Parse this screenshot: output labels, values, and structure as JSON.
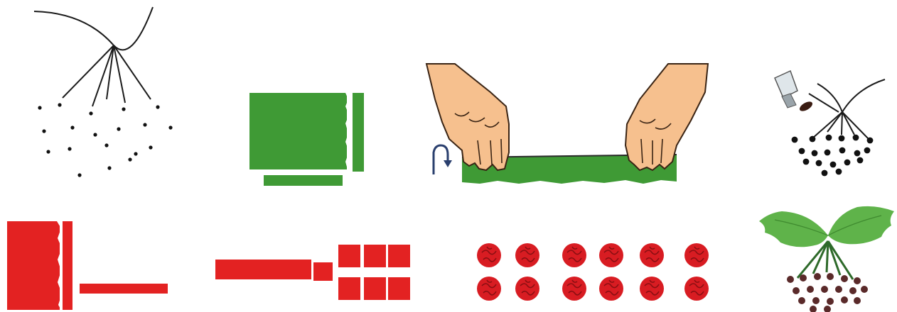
{
  "colors": {
    "background": "#ffffff",
    "stem_line": "#1b1b1b",
    "berry_black": "#111111",
    "berry_dark_red": "#5a2a2a",
    "paper_green": "#3f9a35",
    "paper_green_dark": "#2f7f2a",
    "leaf_green": "#5fb34a",
    "paper_red": "#e32222",
    "crumpled_red": "#d81c22",
    "crumpled_dark": "#8a0f12",
    "skin": "#f6c08e",
    "skin_outline": "#3a2414",
    "glue_bottle": "#dfe6ea",
    "brush_tip": "#3a1c12",
    "arrow_blue": "#2a3f6e"
  },
  "steps": [
    {
      "id": "stems-with-seeds",
      "icon": "stems-and-dots-icon"
    },
    {
      "id": "cut-green-paper",
      "icon": "green-paper-strips-icon"
    },
    {
      "id": "roll-green-strip",
      "icon": "hands-rolling-icon"
    },
    {
      "id": "glue-berries",
      "icon": "glue-and-brush-icon"
    },
    {
      "id": "cut-red-paper",
      "icon": "red-paper-strip-icon"
    },
    {
      "id": "cut-red-squares",
      "icon": "red-squares-icon"
    },
    {
      "id": "crumpled-red-balls",
      "icon": "crumpled-balls-icon"
    },
    {
      "id": "finished-berry-sprig",
      "icon": "berry-sprig-icon"
    }
  ]
}
